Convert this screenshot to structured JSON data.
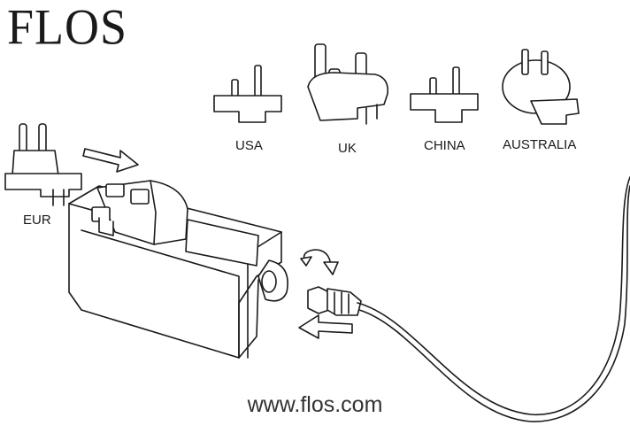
{
  "brand": {
    "logo_text": "FLOS"
  },
  "plugs": {
    "eur": "EUR",
    "usa": "USA",
    "uk": "UK",
    "china": "CHINA",
    "australia": "AUSTRALIA"
  },
  "footer": {
    "website": "www.flos.com"
  },
  "colors": {
    "line": "#1a1a1a",
    "background": "#ffffff"
  }
}
